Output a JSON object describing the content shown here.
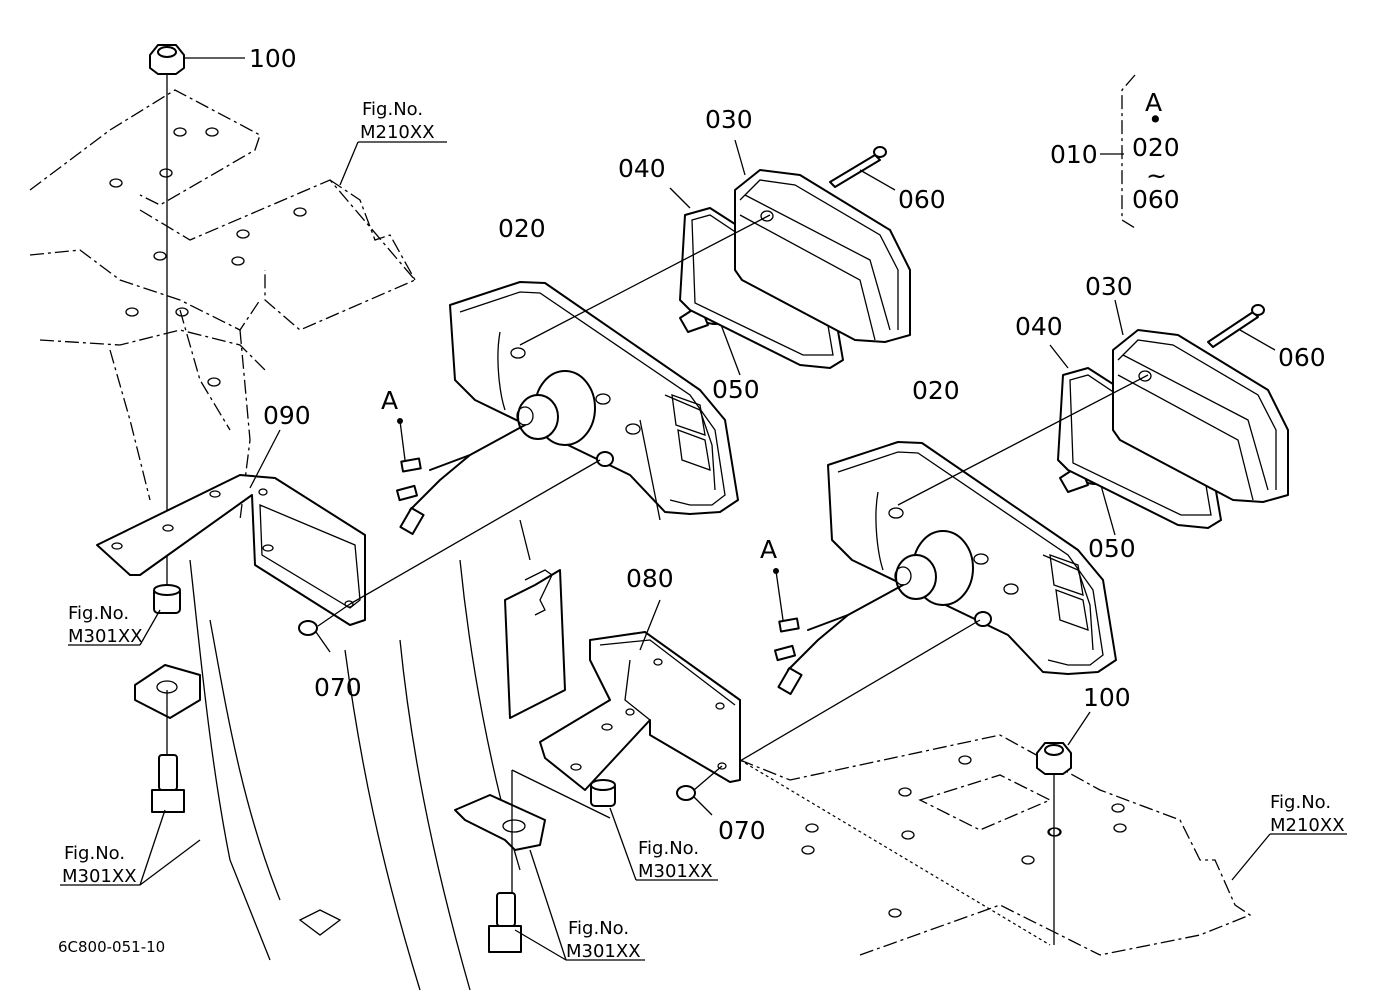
{
  "parts": {
    "p100_top": "100",
    "p100_right": "100",
    "p030_left": "030",
    "p030_right": "030",
    "p040_left": "040",
    "p040_right": "040",
    "p020_left": "020",
    "p020_right": "020",
    "p060_left": "060",
    "p060_right": "060",
    "p050_left": "050",
    "p050_right": "050",
    "p090": "090",
    "p080": "080",
    "p070_left": "070",
    "p070_right": "070",
    "connector_left": "A",
    "connector_right": "A"
  },
  "assembly": {
    "parent": "010",
    "ref": "A",
    "dot": "•",
    "from": "020",
    "tilde": "~",
    "to": "060"
  },
  "figrefs": {
    "fig_label": "Fig.No.",
    "m210_top": "M210XX",
    "m210_right": "M210XX",
    "m301_left_mid": "M301XX",
    "m301_left_bottom": "M301XX",
    "m301_center": "M301XX",
    "m301_bottom": "M301XX"
  },
  "drawing_code": "6C800-051-10"
}
